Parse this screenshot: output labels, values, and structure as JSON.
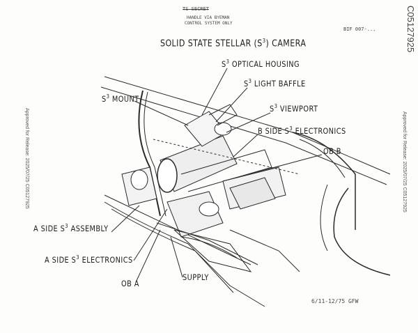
{
  "header": {
    "classification": "TS SECRET",
    "handling_line1": "HANDLE VIA BYEMAN",
    "handling_line2": "CONTROL SYSTEM ONLY",
    "doc_ref": "BIF 007-...",
    "doc_id": "C05127925",
    "release_left": "Approved for Release: 2025/07/25 C05127925",
    "release_right": "Approved for Release: 2025/07/25 C05127925"
  },
  "title": {
    "pre": "SOLID STATE STELLAR (S",
    "sup": "3",
    "post": ") CAMERA"
  },
  "labels": {
    "optical_housing": {
      "pre": "S",
      "sup": "3",
      "post": " OPTICAL HOUSING"
    },
    "light_baffle": {
      "pre": "S",
      "sup": "3",
      "post": " LIGHT BAFFLE"
    },
    "mount": {
      "pre": "S",
      "sup": "3",
      "post": " MOUNT"
    },
    "viewport": {
      "pre": "S",
      "sup": "3",
      "post": " VIEWPORT"
    },
    "b_side_electronics": {
      "pre": "B SIDE S",
      "sup": "3",
      "post": " ELECTRONICS"
    },
    "ob_b": "OB  B",
    "a_side_assembly": {
      "pre": "A SIDE S",
      "sup": "3",
      "post": " ASSEMBLY"
    },
    "a_side_electronics": {
      "pre": "A SIDE S",
      "sup": "3",
      "post": " ELECTRONICS"
    },
    "ob_a": "OB  A",
    "supply": "SUPPLY"
  },
  "footer": {
    "date_initials": "6/11-12/75  GFW"
  }
}
